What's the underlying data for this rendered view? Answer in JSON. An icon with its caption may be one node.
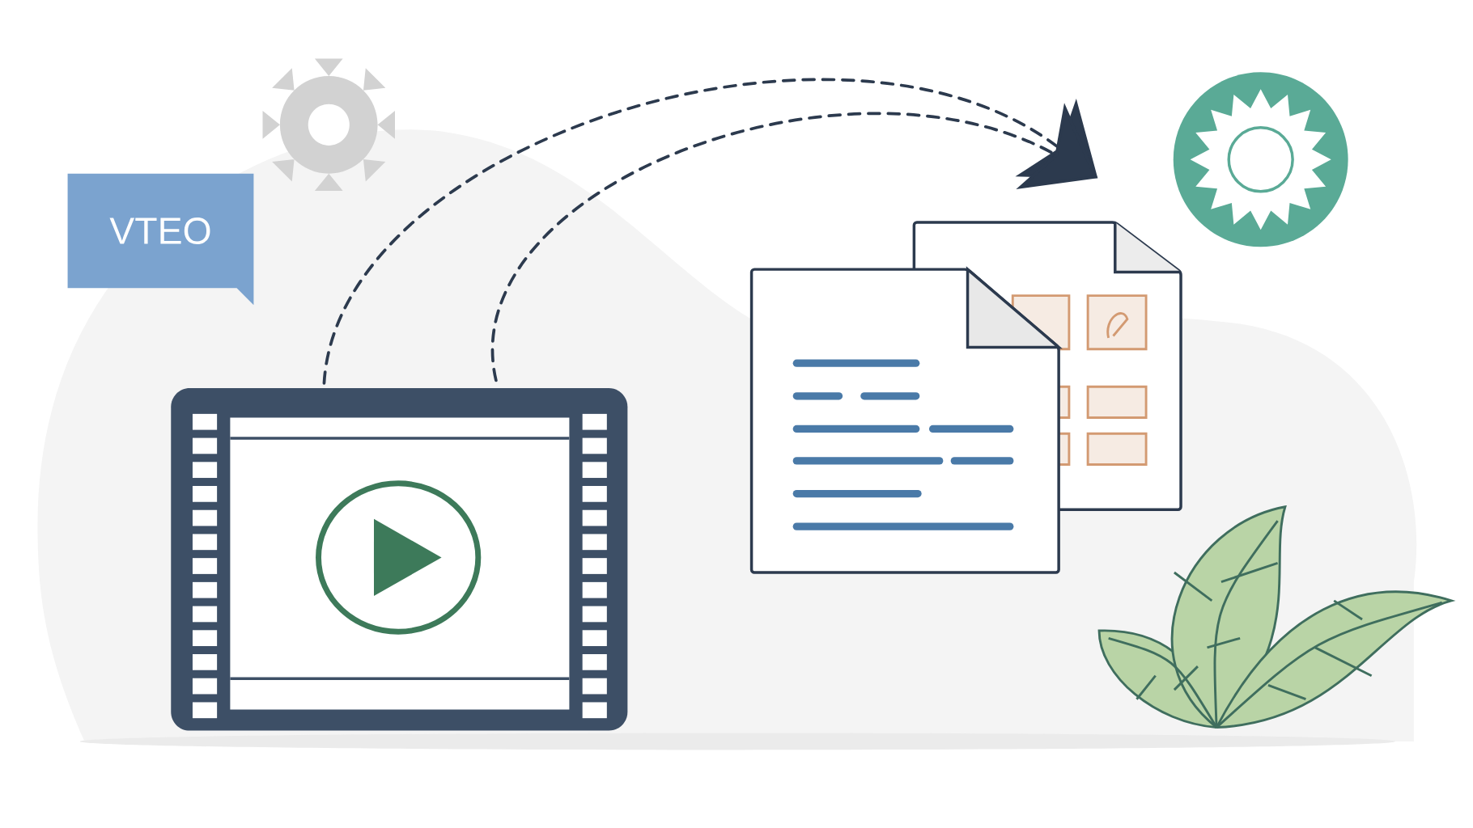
{
  "diagram": {
    "nodes": [
      {
        "text": [
          "VTEO"
        ]
      },
      {
        "text": [],
        "shape": "picture"
      },
      {
        "text": [],
        "shape": "picture"
      }
    ],
    "edges": [
      {
        "from": 1,
        "to": 2,
        "arrow": "to",
        "style": "dashed"
      },
      {
        "from": 1,
        "to": 2,
        "arrow": "to",
        "style": "dashed"
      }
    ]
  }
}
